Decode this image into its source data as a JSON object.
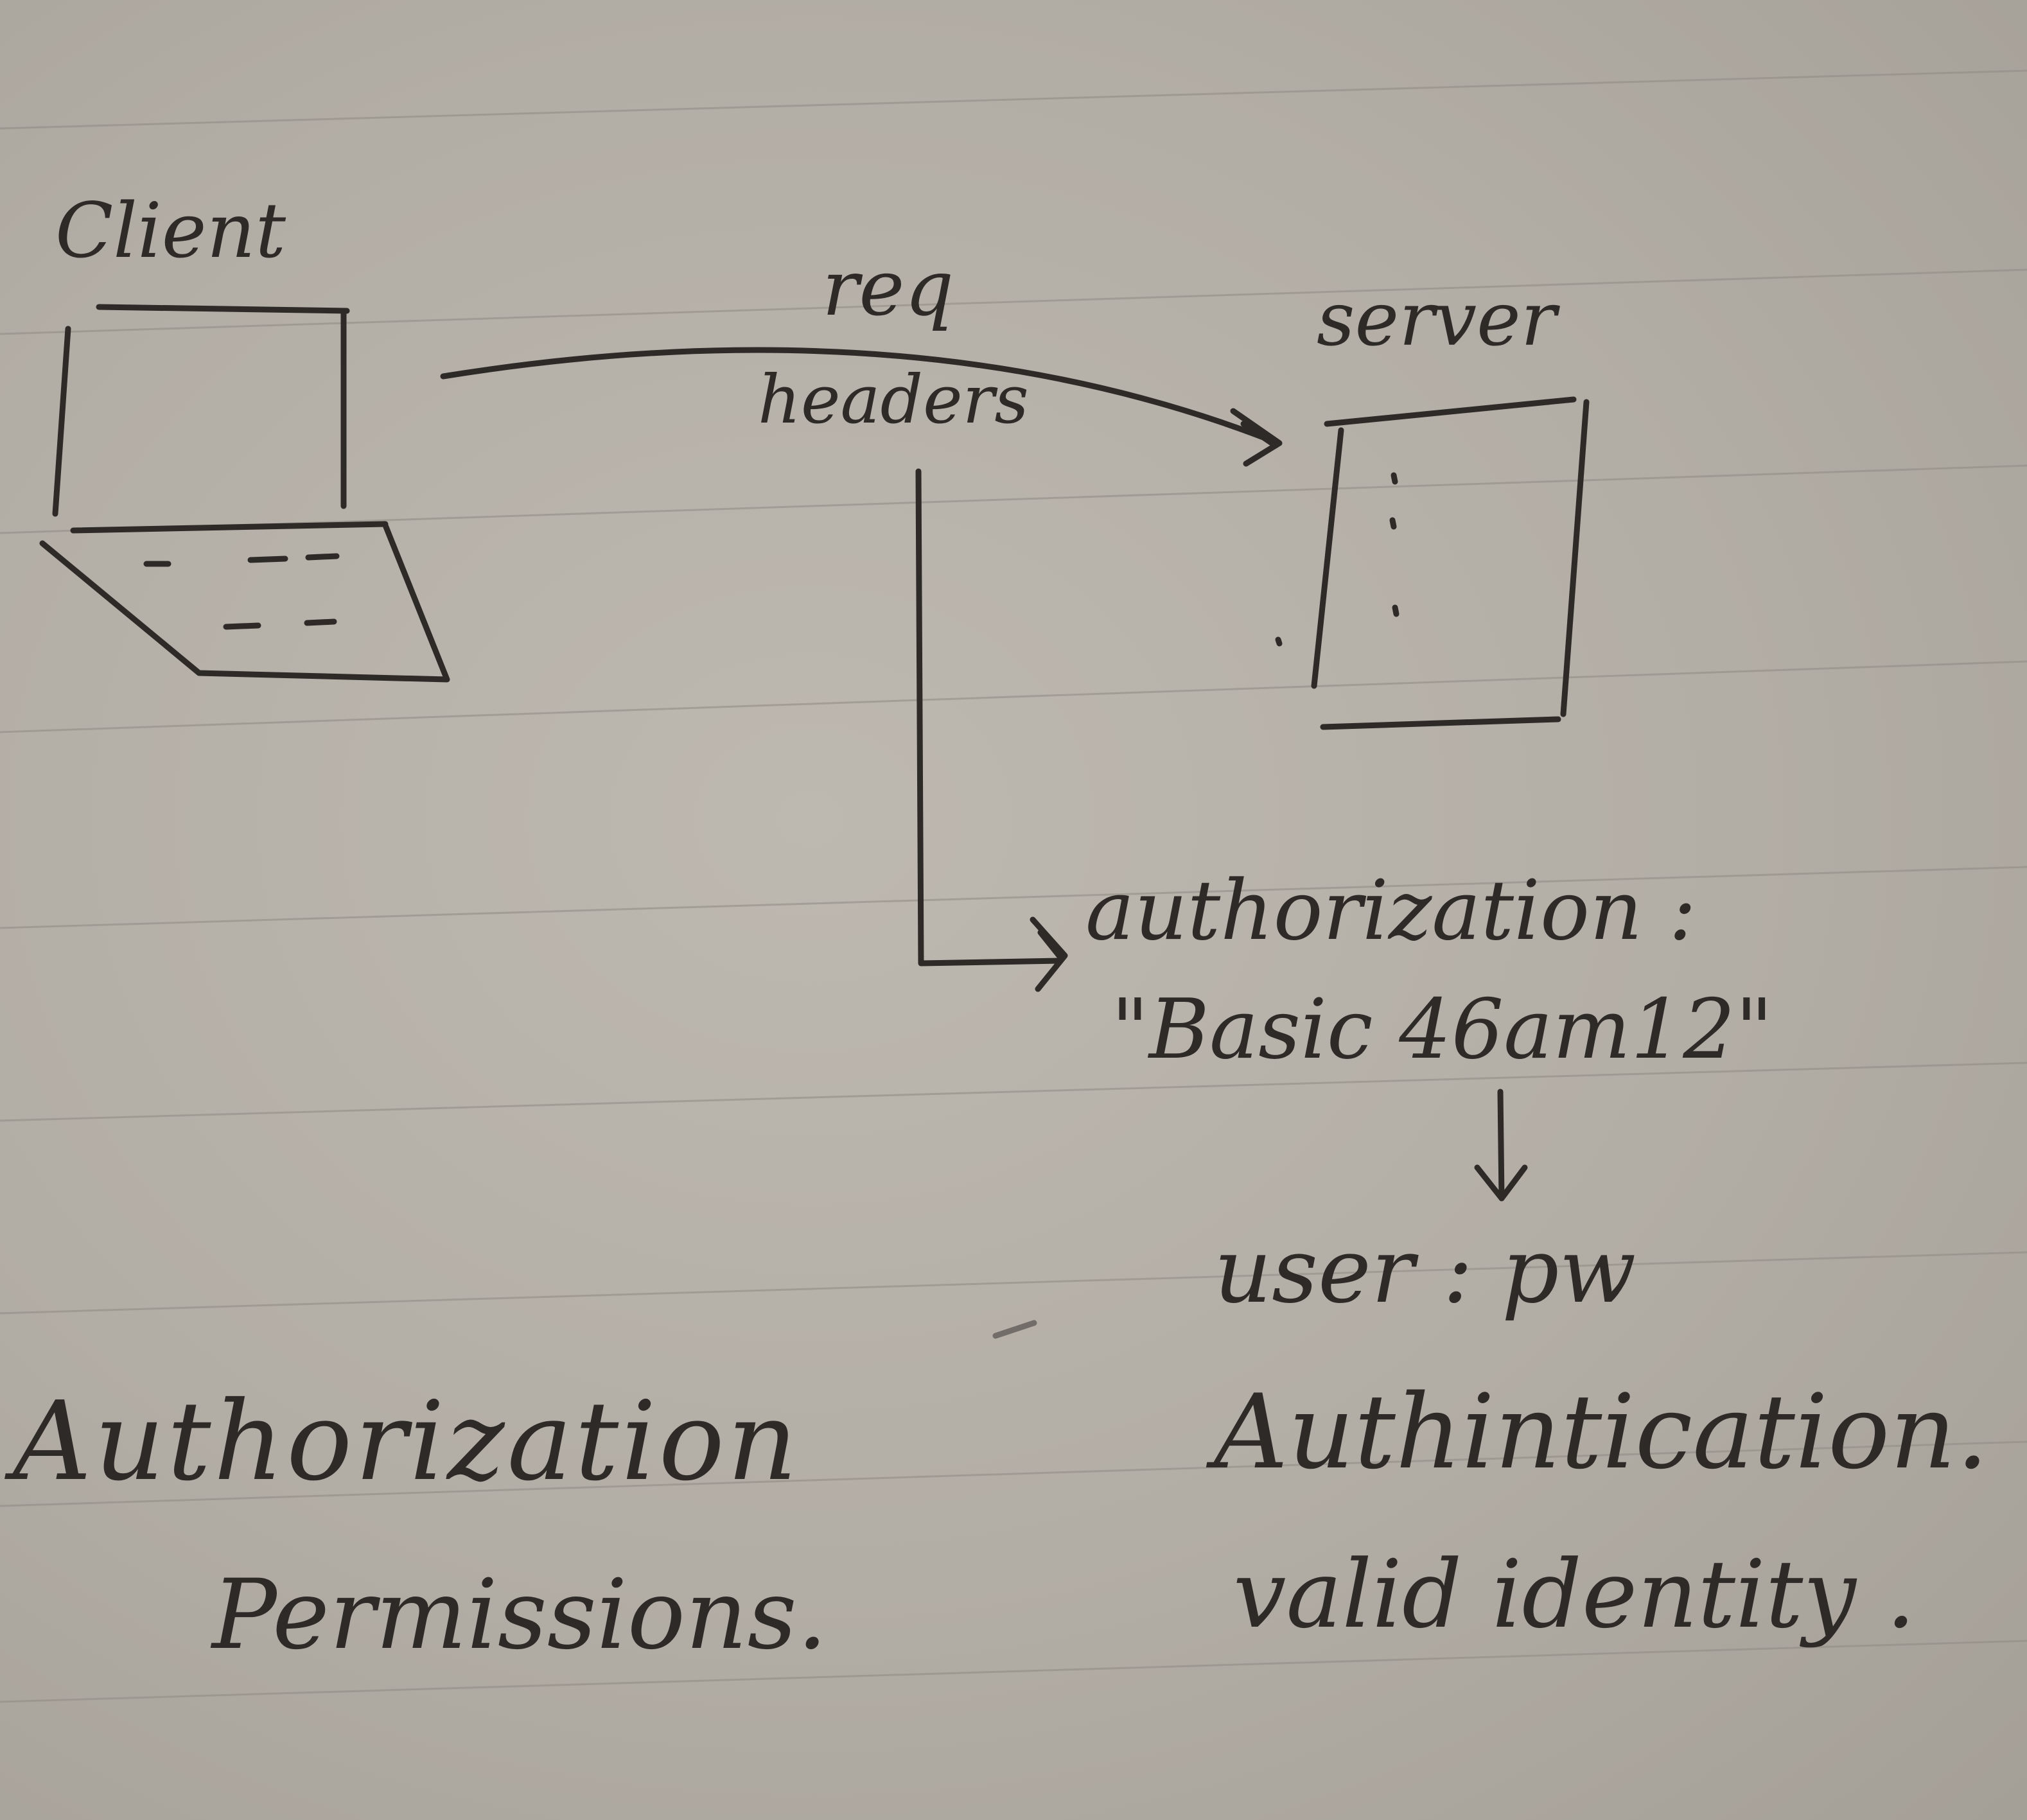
{
  "labels": {
    "client": "Client",
    "req": "req",
    "headers": "headers",
    "server": "server",
    "auth_header": "authorization :",
    "auth_value": "\"Basic 46am12\"",
    "user_pw": "user : pw",
    "authorization": "Authorization",
    "permissions": "Permissions.",
    "authentication": "Authintication.",
    "valid_identity": "valid identity ."
  },
  "colors": {
    "paper": "#b6b1a9",
    "ink": "#2d2a28",
    "rule": "#8f8b84"
  }
}
